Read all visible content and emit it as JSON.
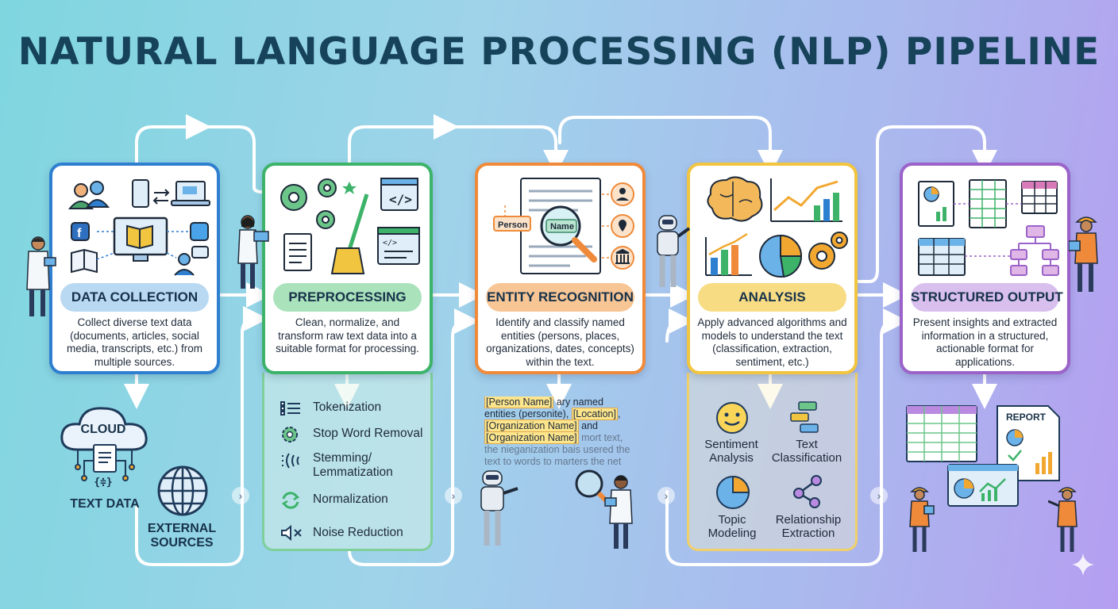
{
  "title": "NATURAL LANGUAGE PROCESSING (NLP) PIPELINE",
  "colors": {
    "data_collection": "#2f7fd0",
    "preprocessing": "#3db36a",
    "entity_recognition": "#ef8a3a",
    "analysis": "#f2c540",
    "structured_output": "#9b63c9",
    "flow_arrows": "#ffffff"
  },
  "stages": [
    {
      "name": "DATA COLLECTION",
      "description": "Collect diverse text data (documents, articles, social media, transcripts, etc.) from multiple sources.",
      "icons": [
        "users-icon",
        "phone-icon",
        "laptop-icon",
        "facebook-icon",
        "monitor-book-icon",
        "twitter-icon",
        "open-book-icon",
        "person-chat-icon"
      ]
    },
    {
      "name": "PREPROCESSING",
      "description": "Clean, normalize, and transform raw text data into a suitable format for processing.",
      "icons": [
        "gears-icon",
        "code-window-icon",
        "broom-icon",
        "document-icon"
      ]
    },
    {
      "name": "ENTITY RECOGNITION",
      "description": "Identify and classify named entities (persons, places, organizations, dates, concepts) within the text.",
      "tags": [
        "Person",
        "Name"
      ],
      "icons": [
        "magnifier-icon",
        "person-icon",
        "location-icon",
        "building-icon"
      ]
    },
    {
      "name": "ANALYSIS",
      "description": "Apply advanced algorithms and models to understand the text (classification, extraction, sentiment, etc.)",
      "icons": [
        "brain-icon",
        "line-chart-icon",
        "bar-chart-icon",
        "pie-chart-icon",
        "gears-icon"
      ]
    },
    {
      "name": "STRUCTURED OUTPUT",
      "description": "Present insights and extracted information in a structured, actionable format for applications.",
      "icons": [
        "document-chart-icon",
        "table-icon",
        "spreadsheet-icon",
        "org-chart-icon"
      ]
    }
  ],
  "sources": {
    "cloud": "CLOUD",
    "text_data": "TEXT DATA",
    "text_symbol": "{≑}",
    "external": "EXTERNAL SOURCES"
  },
  "preprocessing_steps": [
    {
      "label": "Tokenization",
      "icon": "list-icon"
    },
    {
      "label": "Stop Word Removal",
      "icon": "gear-icon"
    },
    {
      "label": "Stemming/ Lemmatization",
      "icon": "sound-wave-icon"
    },
    {
      "label": "Normalization",
      "icon": "cycle-icon"
    },
    {
      "label": "Noise Reduction",
      "icon": "mute-icon"
    }
  ],
  "entity_sample": {
    "tag_person": "[Person Name]",
    "text1": " ary named entities (personite), ",
    "tag_location": "[Location]",
    "text2": ", ",
    "tag_org1": "[Organization Name]",
    "text3": " and ",
    "tag_org2": "[Organization Name]",
    "text4": " mort text, the nieganization bais usered the text to words to marters the net"
  },
  "analysis_types": [
    {
      "label": "Sentiment Analysis",
      "icon": "smiley-icon"
    },
    {
      "label": "Text Classification",
      "icon": "tags-icon"
    },
    {
      "label": "Topic Modeling",
      "icon": "pie-chart-icon"
    },
    {
      "label": "Relationship Extraction",
      "icon": "nodes-icon"
    }
  ],
  "report": {
    "label": "REPORT"
  }
}
